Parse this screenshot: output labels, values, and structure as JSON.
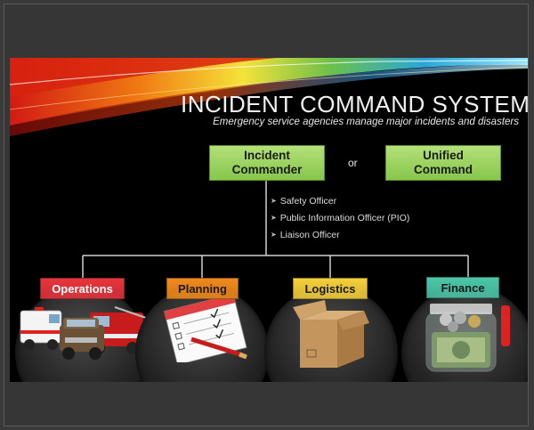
{
  "title": "INCIDENT COMMAND SYSTEM",
  "subtitle": "Emergency service agencies manage major incidents and disasters",
  "command": {
    "incident_commander": "Incident\nCommander",
    "or": "or",
    "unified_command": "Unified\nCommand"
  },
  "command_staff": [
    "Safety Officer",
    "Public Information Officer (PIO)",
    "Liaison Officer"
  ],
  "sections": [
    {
      "label": "Operations",
      "color": "#e8343c",
      "text_color": "#ffffff",
      "icon": "emergency-vehicles-icon"
    },
    {
      "label": "Planning",
      "color": "#f08a1c",
      "text_color": "#1a1a1a",
      "icon": "checklist-icon"
    },
    {
      "label": "Logistics",
      "color": "#f5d03a",
      "text_color": "#1a1a1a",
      "icon": "cardboard-box-icon"
    },
    {
      "label": "Finance",
      "color": "#4cc7a8",
      "text_color": "#1a1a1a",
      "icon": "money-jar-icon"
    }
  ],
  "colors": {
    "command_box": "#9bd35f",
    "slide_background": "#000000",
    "connector": "#d0d0d0"
  }
}
